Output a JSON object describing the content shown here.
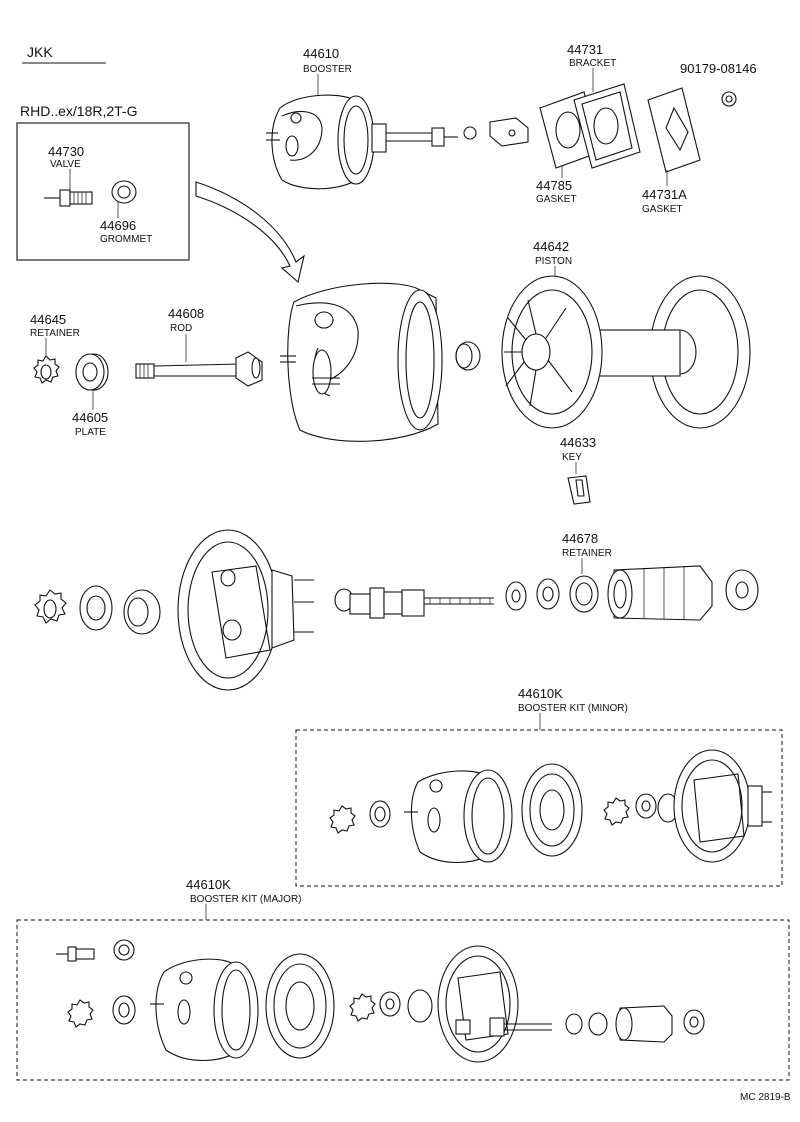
{
  "header": {
    "code": "JKK",
    "region_note": "RHD..ex/18R,2T-G"
  },
  "parts": {
    "p44730": {
      "number": "44730",
      "name": "VALVE"
    },
    "p44696": {
      "number": "44696",
      "name": "GROMMET"
    },
    "p44610": {
      "number": "44610",
      "name": "BOOSTER"
    },
    "p44731": {
      "number": "44731",
      "name": "BRACKET"
    },
    "p90179": {
      "number": "90179-08146"
    },
    "p44785": {
      "number": "44785",
      "name": "GASKET"
    },
    "p44731A": {
      "number": "44731A",
      "name": "GASKET"
    },
    "p44642": {
      "number": "44642",
      "name": "PISTON"
    },
    "p44645": {
      "number": "44645",
      "name": "RETAINER"
    },
    "p44608": {
      "number": "44608",
      "name": "ROD"
    },
    "p44605": {
      "number": "44605",
      "name": "PLATE"
    },
    "p44633": {
      "number": "44633",
      "name": "KEY"
    },
    "p44678": {
      "number": "44678",
      "name": "RETAINER"
    }
  },
  "kits": {
    "minor": {
      "number": "44610K",
      "name": "BOOSTER KIT (MINOR)"
    },
    "major": {
      "number": "44610K",
      "name": "BOOSTER KIT (MAJOR)"
    }
  },
  "footer": {
    "ref": "MC 2819-B"
  }
}
